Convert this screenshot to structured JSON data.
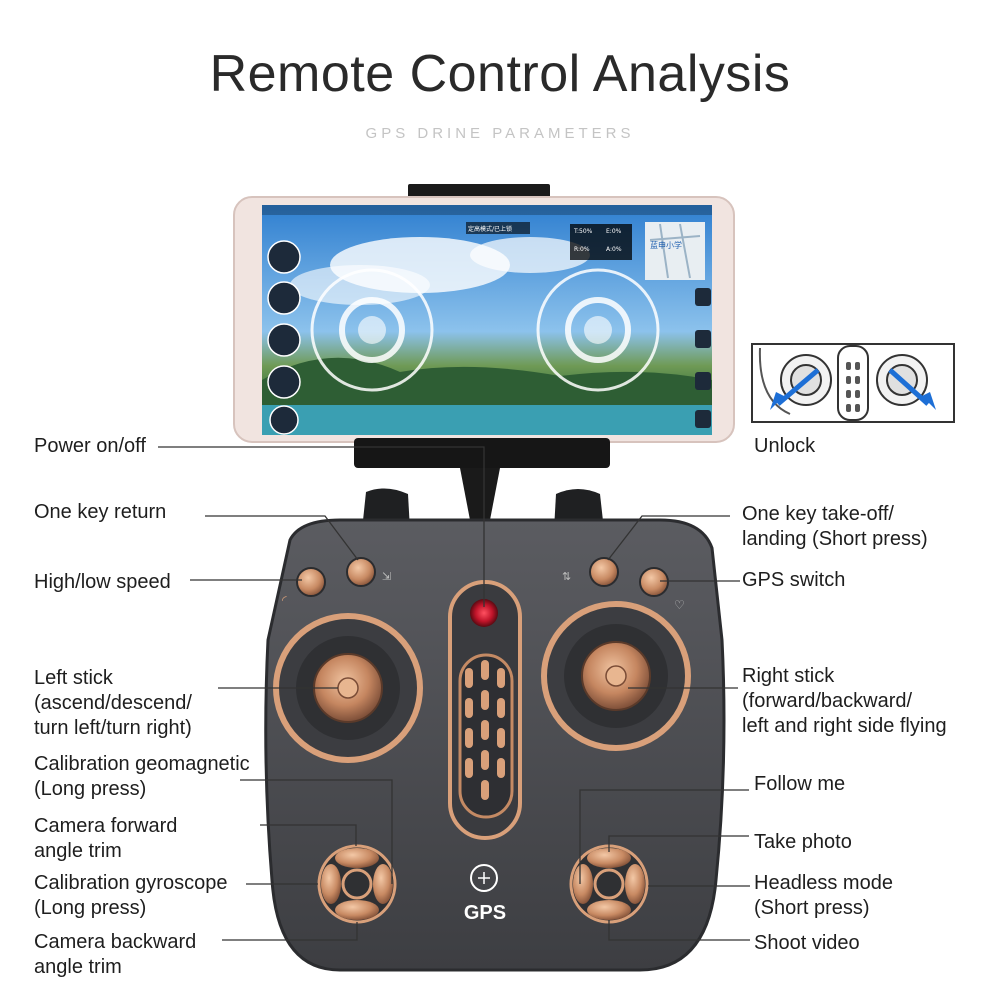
{
  "header": {
    "title": "Remote Control Analysis",
    "subtitle": "GPS DRINE PARAMETERS"
  },
  "controller": {
    "badge_text": "GPS"
  },
  "phone_screen": {
    "status_top": "定高模式/已上锁",
    "telemetry": [
      "T:50%",
      "E:0%",
      "R:0%",
      "A:0%"
    ],
    "map_label": "蓝申小学"
  },
  "labels": {
    "power": "Power on/off",
    "one_key_return": "One key return",
    "high_low_speed": "High/low speed",
    "left_stick": [
      "Left stick",
      "(ascend/descend/",
      "turn left/turn right)"
    ],
    "calib_geo": [
      "Calibration geomagnetic",
      "(Long press)"
    ],
    "cam_forward": [
      "Camera forward",
      "angle trim"
    ],
    "calib_gyro": [
      "Calibration gyroscope",
      "(Long press)"
    ],
    "cam_backward": [
      "Camera backward",
      "angle trim"
    ],
    "unlock": "Unlock",
    "takeoff": [
      "One key take-off/",
      "landing (Short press)"
    ],
    "gps_switch": "GPS switch",
    "right_stick": [
      "Right stick",
      "(forward/backward/",
      "left and right side flying"
    ],
    "follow_me": "Follow me",
    "take_photo": "Take photo",
    "headless": [
      "Headless mode",
      "(Short press)"
    ],
    "shoot_video": "Shoot video"
  },
  "colors": {
    "body": "#4a4b4f",
    "accent": "#d9a07a",
    "accent_dark": "#9a6447",
    "led": "#c0142a"
  }
}
